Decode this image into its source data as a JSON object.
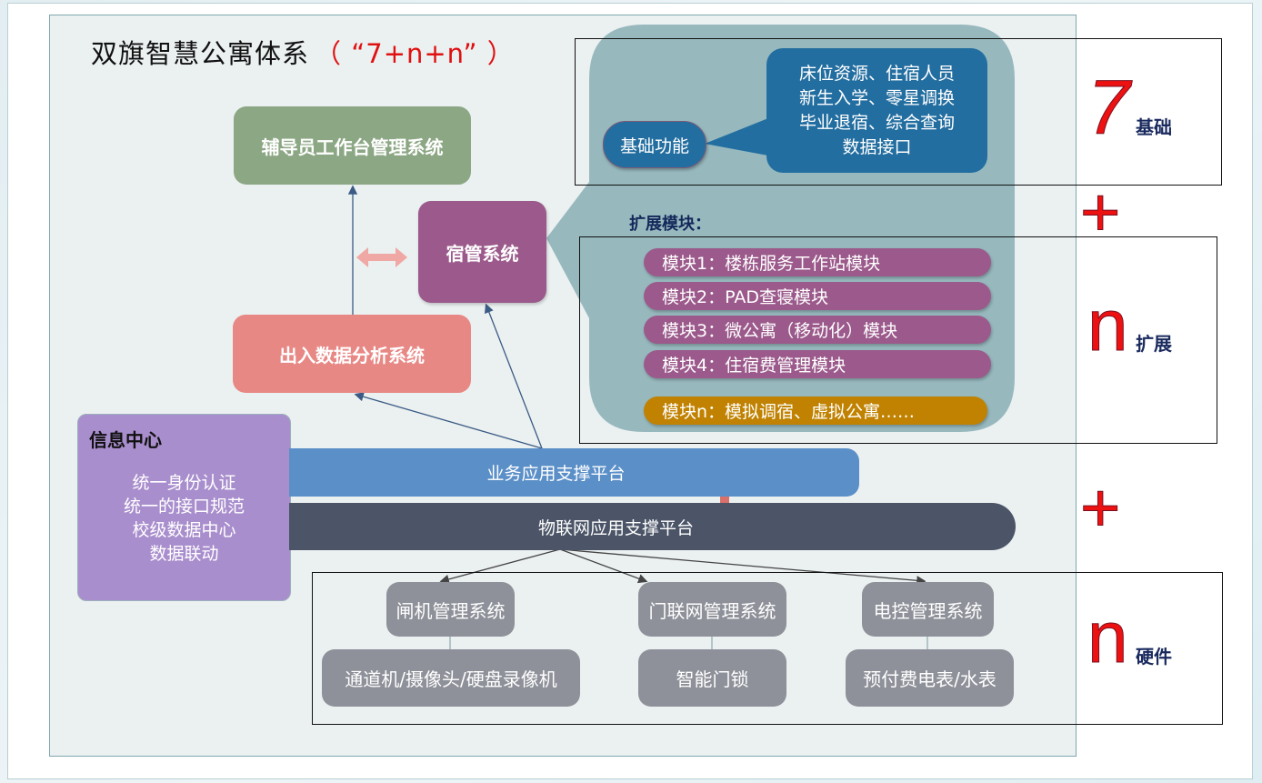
{
  "title": {
    "main": "双旗智慧公寓体系",
    "formula": "（ “7+n+n” ）"
  },
  "colors": {
    "title_red": "#e01010",
    "counselor_green": "#8ca784",
    "dorm_purple": "#9b5a8b",
    "analysis_pink": "#e88885",
    "info_center_lavender": "#a98ecd",
    "business_platform_blue": "#5b8fc8",
    "iot_platform_slate": "#4b5567",
    "callout_blue": "#236ea0",
    "module_purple": "#9b5a8b",
    "module_n_gold": "#c08200",
    "hardware_grey": "#8e9199"
  },
  "systems": {
    "counselor": "辅导员工作台管理系统",
    "dorm": "宿管系统",
    "analysis": "出入数据分析系统"
  },
  "info_center": {
    "heading": "信息中心",
    "lines": [
      "统一身份认证",
      "统一的接口规范",
      "校级数据中心",
      "数据联动"
    ]
  },
  "platforms": {
    "business": "业务应用支撑平台",
    "iot": "物联网应用支撑平台"
  },
  "basic": {
    "label": "基础功能",
    "lines": [
      "床位资源、住宿人员",
      "新生入学、零星调换",
      "毕业退宿、综合查询",
      "数据接口"
    ]
  },
  "extension": {
    "heading": "扩展模块：",
    "modules": [
      "模块1：楼栋服务工作站模块",
      "模块2：PAD查寝模块",
      "模块3：微公寓（移动化）模块",
      "模块4：住宿费管理模块"
    ],
    "module_n": "模块n：模拟调宿、虚拟公寓……"
  },
  "hardware": {
    "systems": [
      "闸机管理系统",
      "门联网管理系统",
      "电控管理系统"
    ],
    "devices": [
      "通道机/摄像头/硬盘录像机",
      "智能门锁",
      "预付费电表/水表"
    ]
  },
  "formula_side": {
    "seven": "7",
    "seven_label": "基础",
    "plus": "+",
    "n1": "n",
    "n1_label": "扩展",
    "n2": "n",
    "n2_label": "硬件"
  }
}
